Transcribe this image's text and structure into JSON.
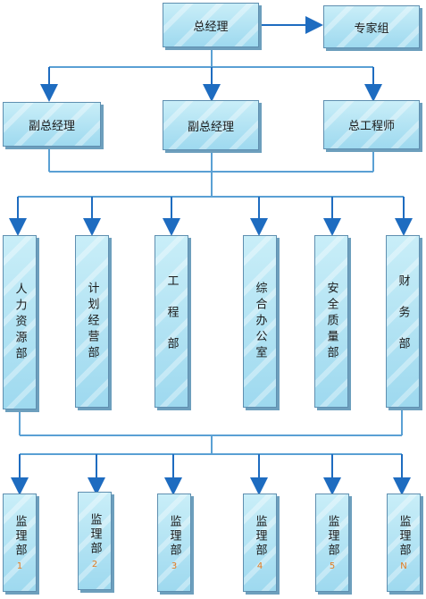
{
  "top": {
    "gm": "总经理",
    "experts": "专家组"
  },
  "row2": {
    "deputy1": "副总经理",
    "deputy2": "副总经理",
    "chief_engineer": "总工程师"
  },
  "departments": [
    "人力资源部",
    "计划经营部",
    "工程部",
    "综合办公室",
    "安全质量部",
    "财务部"
  ],
  "supervision": [
    {
      "label": "监理部",
      "num": "1"
    },
    {
      "label": "监理部",
      "num": "2"
    },
    {
      "label": "监理部",
      "num": "3"
    },
    {
      "label": "监理部",
      "num": "4"
    },
    {
      "label": "监理部",
      "num": "5"
    },
    {
      "label": "监理部",
      "num": "N"
    }
  ],
  "colors": {
    "box_fill": "#a8ddf1",
    "box_border": "#5f8fb0",
    "line": "#5aa0d4",
    "arrow": "#1e6cc0",
    "number": "#e07a1f"
  }
}
